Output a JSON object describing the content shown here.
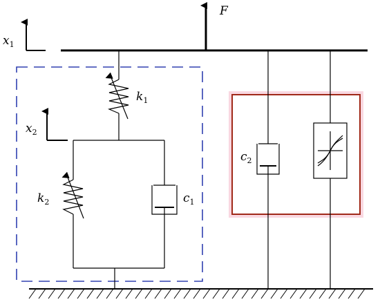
{
  "labels": {
    "force": "F",
    "x1": {
      "base": "x",
      "sub": "1"
    },
    "x2": {
      "base": "x",
      "sub": "2"
    },
    "k1": {
      "base": "k",
      "sub": "1"
    },
    "k2": {
      "base": "k",
      "sub": "2"
    },
    "c1": {
      "base": "c",
      "sub": "1"
    },
    "c2": {
      "base": "c",
      "sub": "2"
    }
  },
  "colors": {
    "line": "#000000",
    "dashed_box": "#3040b0",
    "red_box": "#a02818",
    "red_glow": "#f4b8c8"
  }
}
